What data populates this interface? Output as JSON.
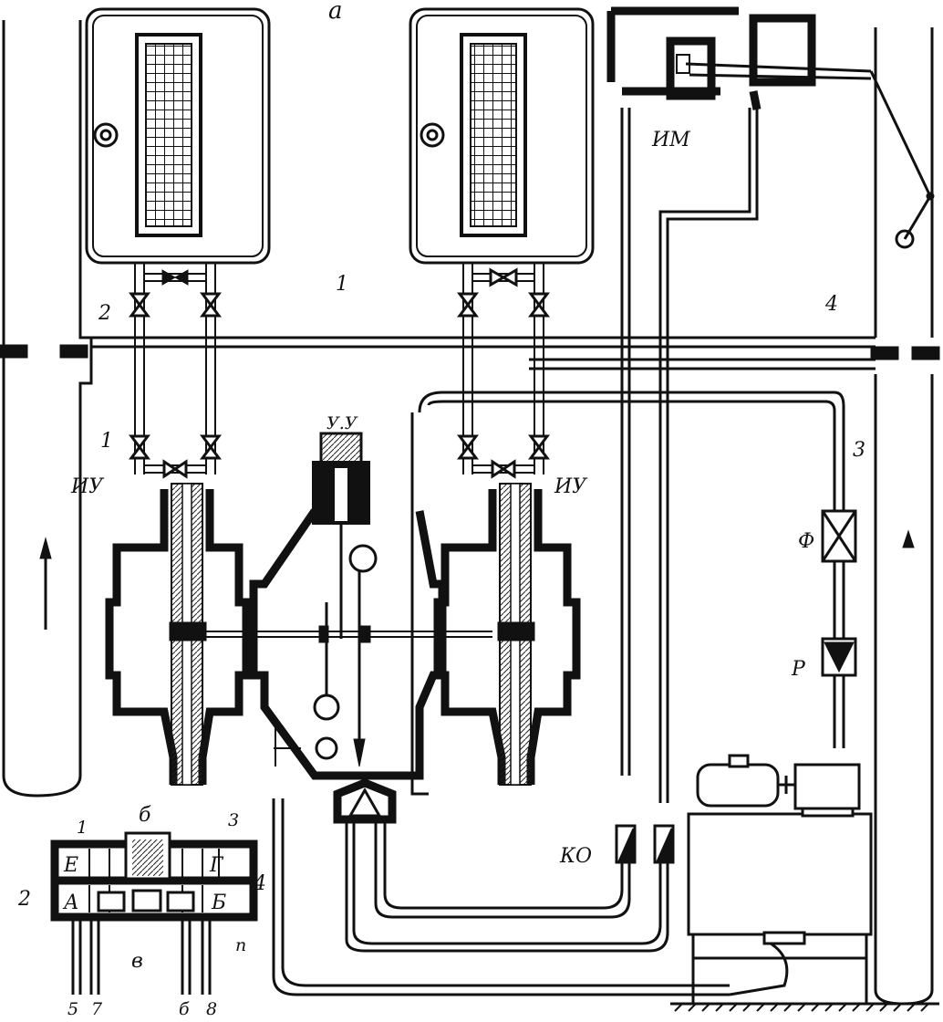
{
  "labels": {
    "fig_a": "а",
    "l1_left": "1",
    "l2_left": "2",
    "iu_left": "ИУ",
    "l1_mid": "1",
    "uu": "У.У",
    "iu_right": "ИУ",
    "im": "ИМ",
    "l4": "4",
    "l3": "3",
    "f": "Ф",
    "p": "Р",
    "ko": "КО",
    "d_b_top": "б",
    "d_1": "1",
    "d_3": "3",
    "d_2": "2",
    "d_4": "4",
    "d_E": "Е",
    "d_G": "Г",
    "d_A": "А",
    "d_B": "Б",
    "d_v": "в",
    "d_p": "п",
    "d_5": "5",
    "d_7": "7",
    "d_6": "б",
    "d_8": "8"
  },
  "icons": [
    "gauge-panel-icon",
    "valve-icon",
    "flow-arrow-icon",
    "motor-icon",
    "filter-icon",
    "check-valve-icon"
  ],
  "colors": {
    "ink": "#111111",
    "paper": "#ffffff"
  }
}
